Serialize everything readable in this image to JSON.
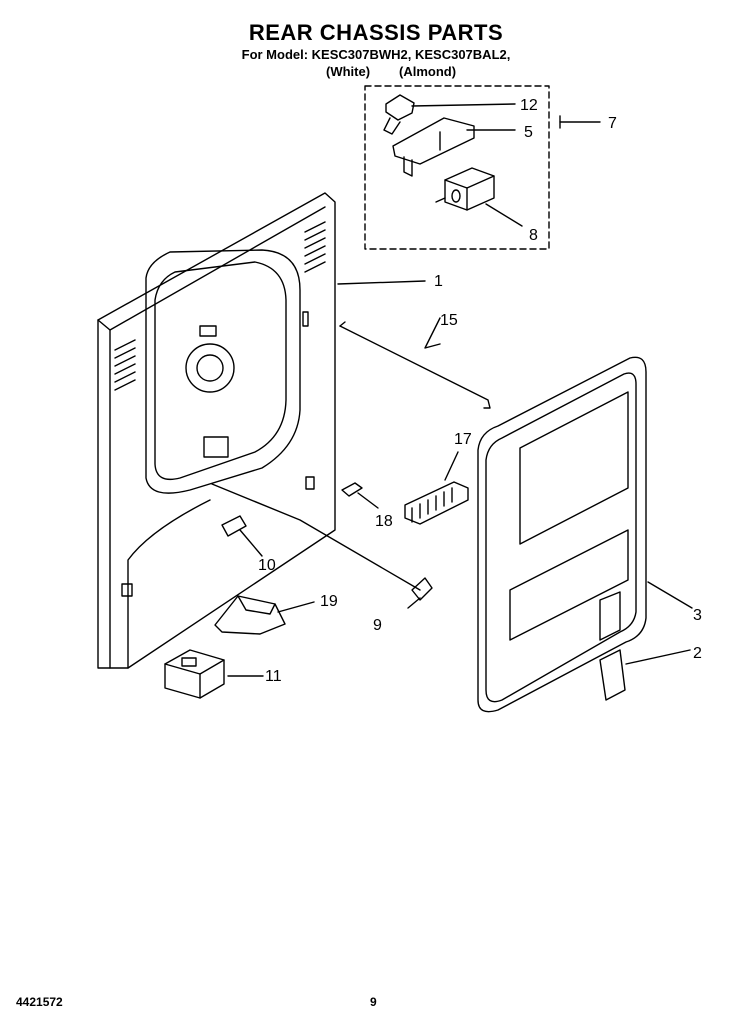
{
  "header": {
    "title": "REAR CHASSIS PARTS",
    "model_line": "For Model: KESC307BWH2, KESC307BAL2,",
    "color_white": "(White)",
    "color_almond": "(Almond)"
  },
  "callouts": [
    "1",
    "2",
    "3",
    "5",
    "7",
    "8",
    "9",
    "10",
    "11",
    "12",
    "15",
    "17",
    "18",
    "19"
  ],
  "footer": {
    "doc_number": "4421572",
    "page_number": "9"
  }
}
